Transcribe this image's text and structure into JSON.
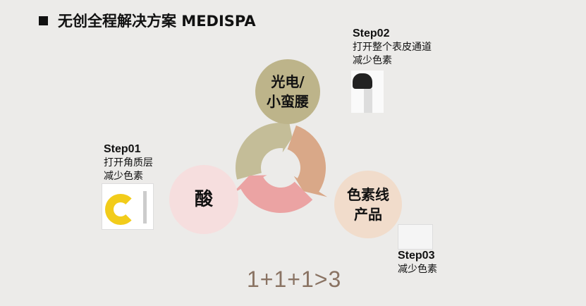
{
  "title": "无创全程解决方案 MEDISPA",
  "nodes": {
    "top": {
      "line1": "光电/",
      "line2": "小蛮腰",
      "color": "#bdb48a"
    },
    "left": {
      "line1": "酸",
      "color": "#f6dede"
    },
    "right": {
      "line1": "色素线",
      "line2": "产品",
      "color": "#f1dccb"
    }
  },
  "steps": [
    {
      "label": "Step01",
      "line1": "打开角质层",
      "line2": "减少色素"
    },
    {
      "label": "Step02",
      "line1": "打开整个表皮通道",
      "line2": "减少色素"
    },
    {
      "label": "Step03",
      "line1": "减少色素"
    }
  ],
  "ring_colors": [
    "#c4bd98",
    "#d9a888",
    "#eba3a3"
  ],
  "formula": "1+1+1>3"
}
